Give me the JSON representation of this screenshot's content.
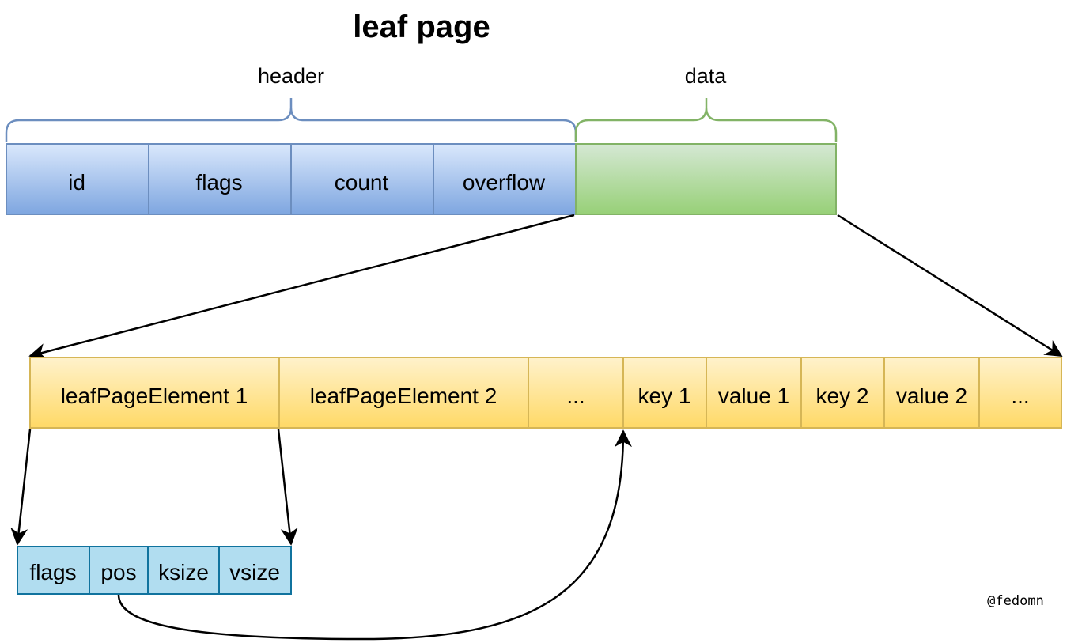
{
  "title": "leaf page",
  "header_label": "header",
  "data_label": "data",
  "header_fields": [
    "id",
    "flags",
    "count",
    "overflow"
  ],
  "data_fields": [
    "leafPageElement 1",
    "leafPageElement 2",
    "...",
    "key 1",
    "value 1",
    "key 2",
    "value 2",
    "..."
  ],
  "element_fields": [
    "flags",
    "pos",
    "ksize",
    "vsize"
  ],
  "credit": "@fedomn",
  "colors": {
    "header_fill_top": "#dae8fc",
    "header_fill_bottom": "#7ea6e0",
    "header_stroke": "#6c8ebf",
    "data_fill_top": "#d5e8d4",
    "data_fill_bottom": "#97d077",
    "data_stroke": "#82b366",
    "yellow_fill_top": "#fff2cc",
    "yellow_fill_bottom": "#ffd966",
    "yellow_stroke": "#d6b656",
    "element_fill": "#b1ddf0",
    "element_stroke": "#10739e"
  }
}
